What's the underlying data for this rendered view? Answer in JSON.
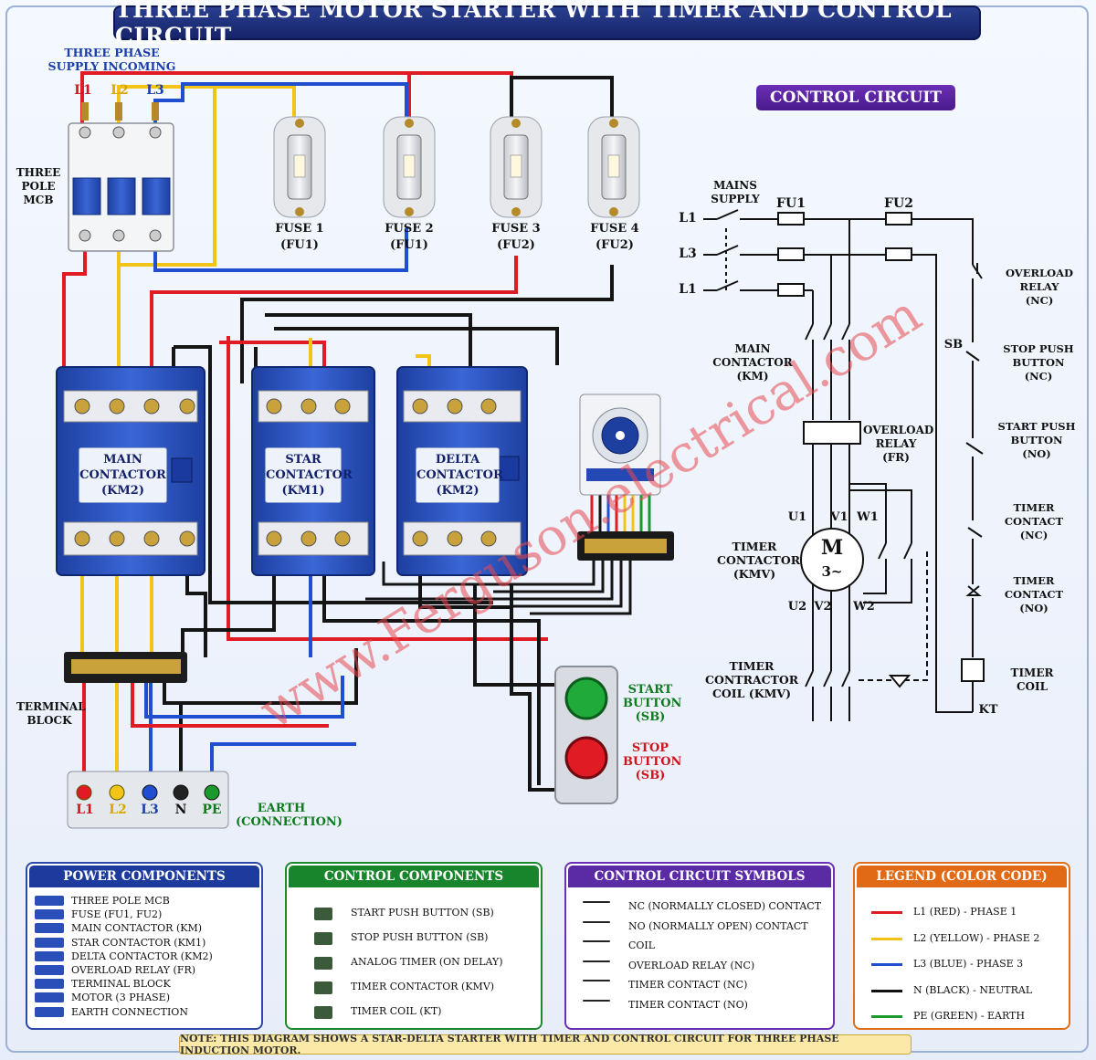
{
  "title": "THREE PHASE MOTOR STARTER WITH TIMER AND CONTROL CIRCUIT",
  "power": {
    "supply_label": "THREE PHASE\nSUPPLY INCOMING",
    "phases": [
      "L1",
      "L2",
      "L3"
    ],
    "mcb_label": "THREE\nPOLE\nMCB",
    "fuses": [
      {
        "name": "FUSE 1",
        "code": "(FU1)"
      },
      {
        "name": "FUSE 2",
        "code": "(FU1)"
      },
      {
        "name": "FUSE 3",
        "code": "(FU2)"
      },
      {
        "name": "FUSE 4",
        "code": "(FU2)"
      }
    ],
    "contactors": [
      {
        "name": "MAIN\nCONTACTOR",
        "code": "(KM2)"
      },
      {
        "name": "STAR\nCONTACTOR",
        "code": "(KM1)"
      },
      {
        "name": "DELTA\nCONTACTOR",
        "code": "(KM2)"
      }
    ],
    "terminal_block_label": "TERMINAL\nBLOCK",
    "outlet_labels": [
      "L1",
      "L2",
      "L3",
      "N",
      "PE"
    ],
    "earth_label": "EARTH\n(CONNECTION)",
    "start_button": "START\nBUTTON\n(SB)",
    "stop_button": "STOP\nBUTTON\n(SB)",
    "watermark": "www.Ferguson.electrical.com"
  },
  "control": {
    "title": "CONTROL CIRCUIT",
    "mains_supply": "MAINS SUPPLY",
    "lines": [
      "L1",
      "L3",
      "L1"
    ],
    "fu1": "FU1",
    "fu2": "FU2",
    "main_contactor": "MAIN CONTACTOR\n(KM)",
    "overload_relay_fr": "OVERLOAD\nRELAY\n(FR)",
    "motor_symbol": "M",
    "motor_sub": "3~",
    "terminals": [
      "U1",
      "V1",
      "W1",
      "U2",
      "V2",
      "W2"
    ],
    "timer_contactor": "TIMER\nCONTACTOR\n(KMV)",
    "timer_contactor_coil": "TIMER\nCONTRACTOR\nCOIL (KMV)",
    "overload_relay_nc": "OVERLOAD RELAY\n(NC)",
    "sb": "SB",
    "stop_pb": "STOP PUSH BUTTON\n(NC)",
    "start_pb": "START PUSH BUTTON\n(NO)",
    "timer_contact_nc": "TIMER CONTACT\n(NC)",
    "timer_contact_no": "TIMER CONTACT\n(NO)",
    "timer_coil": "TIMER COIL",
    "kt": "KT"
  },
  "legend": {
    "power_title": "POWER COMPONENTS",
    "power_items": [
      "THREE POLE MCB",
      "FUSE (FU1, FU2)",
      "MAIN CONTACTOR (KM)",
      "STAR CONTACTOR (KM1)",
      "DELTA CONTACTOR (KM2)",
      "OVERLOAD RELAY (FR)",
      "TERMINAL BLOCK",
      "MOTOR (3 PHASE)",
      "EARTH CONNECTION"
    ],
    "control_title": "CONTROL COMPONENTS",
    "control_items": [
      "START PUSH BUTTON (SB)",
      "STOP PUSH BUTTON (SB)",
      "ANALOG TIMER (ON DELAY)",
      "TIMER CONTACTOR (KMV)",
      "TIMER COIL (KT)"
    ],
    "symbols_title": "CONTROL CIRCUIT SYMBOLS",
    "symbol_items": [
      "NC (NORMALLY CLOSED) CONTACT",
      "NO (NORMALLY OPEN) CONTACT",
      "COIL",
      "OVERLOAD RELAY (NC)",
      "TIMER CONTACT (NC)",
      "TIMER CONTACT (NO)"
    ],
    "color_title": "LEGEND (COLOR CODE)",
    "color_items": [
      {
        "label": "L1 (RED) - PHASE 1",
        "color": "#e01b24"
      },
      {
        "label": "L2 (YELLOW) - PHASE 2",
        "color": "#f2c418"
      },
      {
        "label": "L3 (BLUE) - PHASE 3",
        "color": "#1f4fd0"
      },
      {
        "label": "N (BLACK) - NEUTRAL",
        "color": "#111111"
      },
      {
        "label": "PE (GREEN) - EARTH",
        "color": "#1a9a2c"
      }
    ]
  },
  "note": "NOTE: THIS DIAGRAM SHOWS A STAR-DELTA STARTER WITH TIMER AND CONTROL CIRCUIT FOR THREE PHASE INDUCTION MOTOR."
}
